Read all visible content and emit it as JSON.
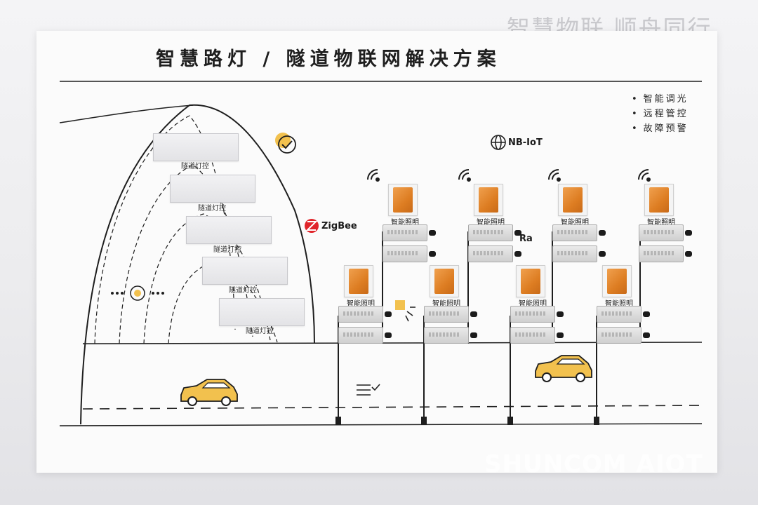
{
  "wall_slogan": "智慧物联 顺舟同行",
  "board": {
    "title": "智慧路灯 / 隧道物联网解决方案",
    "features": [
      "智能调光",
      "远程管控",
      "故障预警"
    ]
  },
  "protocols": {
    "zigbee": "ZigBee",
    "nbiot": "NB-IoT",
    "lora_fragment": "Ra"
  },
  "tunnel_controls": [
    {
      "label": "隧道灯控"
    },
    {
      "label": "隧道灯控"
    },
    {
      "label": "隧道灯控"
    },
    {
      "label": "隧道灯控"
    },
    {
      "label": "隧道灯控"
    }
  ],
  "street_fixtures": [
    {
      "label": "智能照明"
    },
    {
      "label": "智能照明"
    },
    {
      "label": "智能照明"
    },
    {
      "label": "智能照明"
    },
    {
      "label": "智能照明"
    },
    {
      "label": "智能照明"
    },
    {
      "label": "智能照明"
    },
    {
      "label": "智能照明"
    }
  ],
  "bottom_brand": "SHUNCOM AIOT",
  "colors": {
    "accent_yellow": "#f2c14e",
    "lamp_orange": "#e38a2e",
    "line": "#1e1e1e",
    "board": "#fbfbfb"
  },
  "icons": [
    "wifi-signal-icon",
    "checkmark-badge-icon",
    "light-bulb-icon",
    "checklist-icon",
    "car-icon",
    "globe-icon",
    "zigbee-logo-icon"
  ]
}
